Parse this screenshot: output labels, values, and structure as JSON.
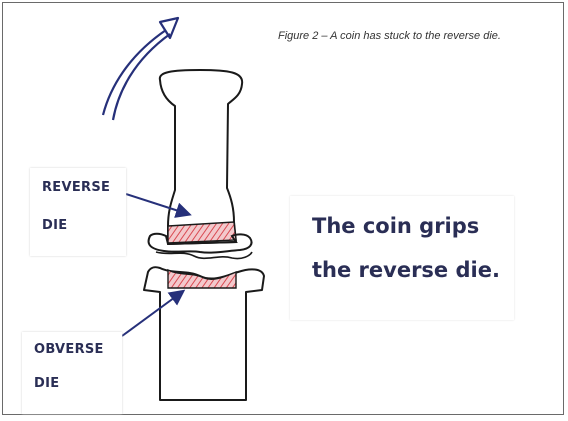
{
  "caption": "Figure 2 – A coin has stuck to the reverse die.",
  "labels": {
    "reverse": {
      "line1": "REVERSE",
      "line2": "DIE"
    },
    "obverse": {
      "line1": "OBVERSE",
      "line2": "DIE"
    }
  },
  "callout": {
    "line1": "The coin grips",
    "line2": "the reverse die."
  },
  "colors": {
    "ink": "#1a1a1a",
    "arrow": "#26307a",
    "text": "#2a2e55",
    "coin": "#d94a52",
    "frame": "#6a6a6a"
  }
}
